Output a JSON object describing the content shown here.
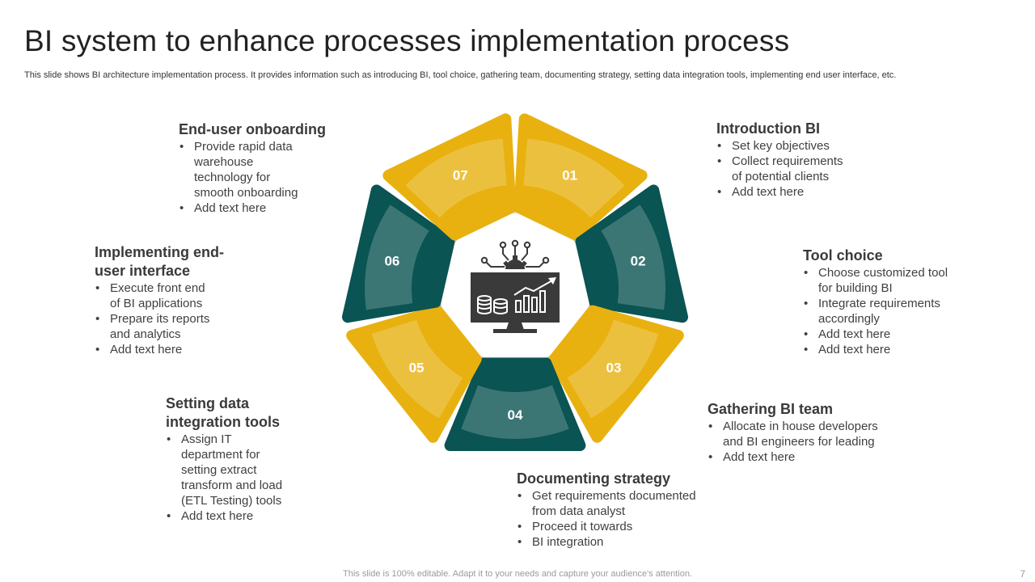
{
  "title": "BI system to enhance processes implementation process",
  "subtitle": "This slide shows BI architecture implementation process. It provides information such as introducing BI, tool choice, gathering team, documenting strategy, setting data integration tools, implementing end user interface, etc.",
  "colors": {
    "accent_yellow": "#E8B10F",
    "accent_teal": "#0A5453",
    "ring_grey": "#C8C8C8",
    "icon_dark": "#3A3A3A"
  },
  "center_icon": "bi-dashboard-monitor-icon",
  "steps": [
    {
      "number": "01",
      "color": "yellow",
      "heading": [
        "Introduction BI"
      ],
      "bullets": [
        [
          "Set key objectives"
        ],
        [
          "Collect requirements",
          "of potential clients"
        ],
        [
          "Add text here"
        ]
      ]
    },
    {
      "number": "02",
      "color": "teal",
      "heading": [
        "Tool choice"
      ],
      "bullets": [
        [
          "Choose customized tool",
          "for building BI"
        ],
        [
          "Integrate requirements",
          "accordingly"
        ],
        [
          "Add text here"
        ],
        [
          "Add text here"
        ]
      ]
    },
    {
      "number": "03",
      "color": "yellow",
      "heading": [
        "Gathering BI team"
      ],
      "bullets": [
        [
          "Allocate in house developers",
          "and BI engineers for leading"
        ],
        [
          "Add text here"
        ]
      ]
    },
    {
      "number": "04",
      "color": "teal",
      "heading": [
        "Documenting strategy"
      ],
      "bullets": [
        [
          "Get requirements documented",
          "from data analyst"
        ],
        [
          "Proceed it towards"
        ],
        [
          "BI integration"
        ]
      ]
    },
    {
      "number": "05",
      "color": "yellow",
      "heading": [
        "Setting data",
        "integration tools"
      ],
      "bullets": [
        [
          "Assign IT",
          "department for",
          "setting extract",
          "transform and load",
          "(ETL Testing) tools"
        ],
        [
          "Add text here"
        ]
      ]
    },
    {
      "number": "06",
      "color": "teal",
      "heading": [
        "Implementing end-",
        "user interface"
      ],
      "bullets": [
        [
          "Execute front end",
          "of BI applications"
        ],
        [
          "Prepare its reports",
          "and analytics"
        ],
        [
          "Add text here"
        ]
      ]
    },
    {
      "number": "07",
      "color": "yellow",
      "heading": [
        "End-user onboarding"
      ],
      "bullets": [
        [
          "Provide rapid data",
          "warehouse",
          "technology for",
          "smooth onboarding"
        ],
        [
          "Add text here"
        ]
      ]
    }
  ],
  "footer": "This slide is 100% editable. Adapt it to your needs and capture your audience's attention.",
  "page_number": "7"
}
